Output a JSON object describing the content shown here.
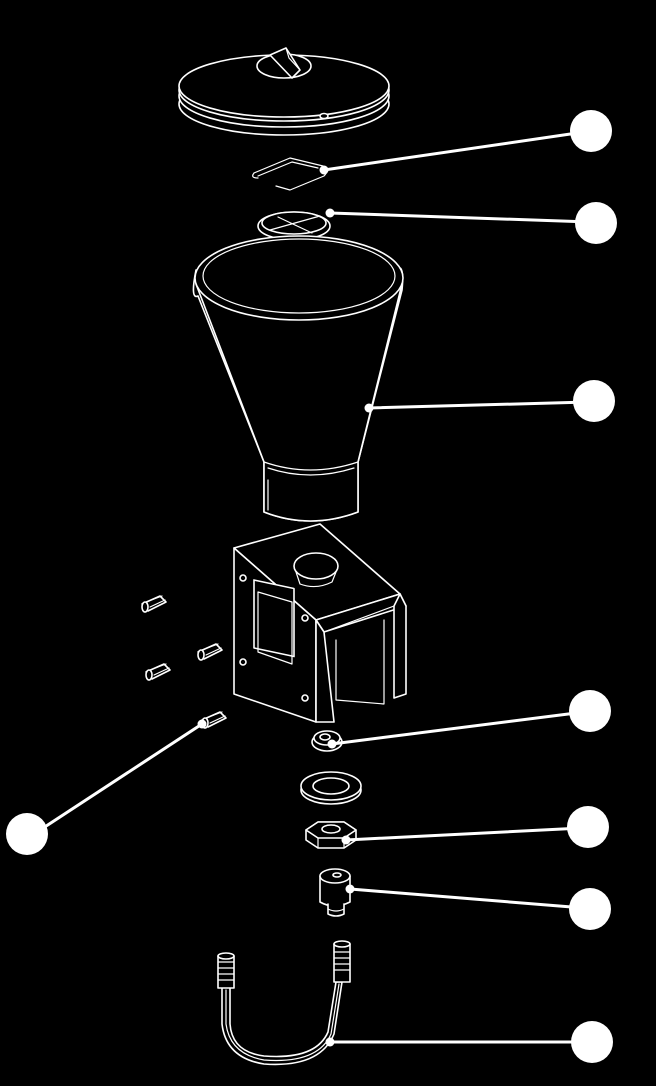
{
  "diagram": {
    "type": "exploded-assembly",
    "colors": {
      "background": "#000000",
      "line": "#ffffff",
      "callout": "#ffffff"
    },
    "callouts": [
      {
        "id": "c1",
        "part": "wire-clip",
        "label": ""
      },
      {
        "id": "c2",
        "part": "ring-gasket",
        "label": ""
      },
      {
        "id": "c3",
        "part": "funnel-hopper",
        "label": ""
      },
      {
        "id": "c4",
        "part": "grease-fitting",
        "label": ""
      },
      {
        "id": "c5",
        "part": "washer-cap",
        "label": ""
      },
      {
        "id": "c6",
        "part": "hex-nut",
        "label": ""
      },
      {
        "id": "c7",
        "part": "connector-fitting",
        "label": ""
      },
      {
        "id": "c8",
        "part": "hose-assembly",
        "label": ""
      }
    ]
  }
}
